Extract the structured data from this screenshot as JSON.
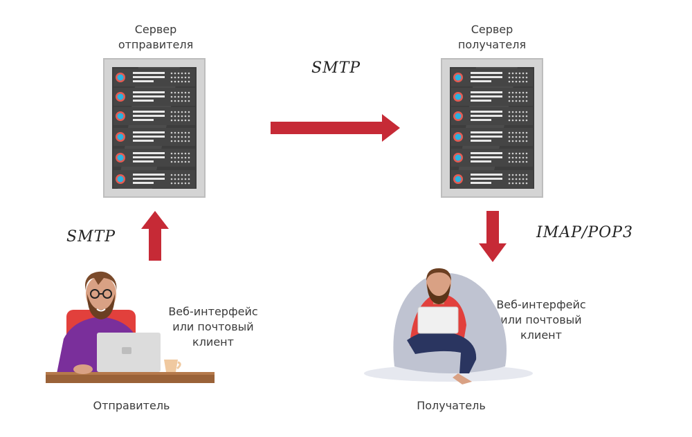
{
  "sender_server": {
    "line1": "Сервер",
    "line2": "отправителя"
  },
  "receiver_server": {
    "line1": "Сервер",
    "line2": "получателя"
  },
  "protocols": {
    "top": "SMTP",
    "left": "SMTP",
    "right": "IMAP/POP3"
  },
  "sender_client": {
    "line1": "Веб-интерфейс",
    "line2": "или почтовый",
    "line3": "клиент"
  },
  "receiver_client": {
    "line1": "Веб-интерфейс",
    "line2": "или почтовый",
    "line3": "клиент"
  },
  "sender": {
    "label": "Отправитель"
  },
  "receiver": {
    "label": "Получатель"
  },
  "colors": {
    "arrow": "#c62a36",
    "rack": "#3d3d3d",
    "rack_frame": "#cfcfcf",
    "led": "#2bb3e0",
    "led_ring": "#e65b52"
  }
}
